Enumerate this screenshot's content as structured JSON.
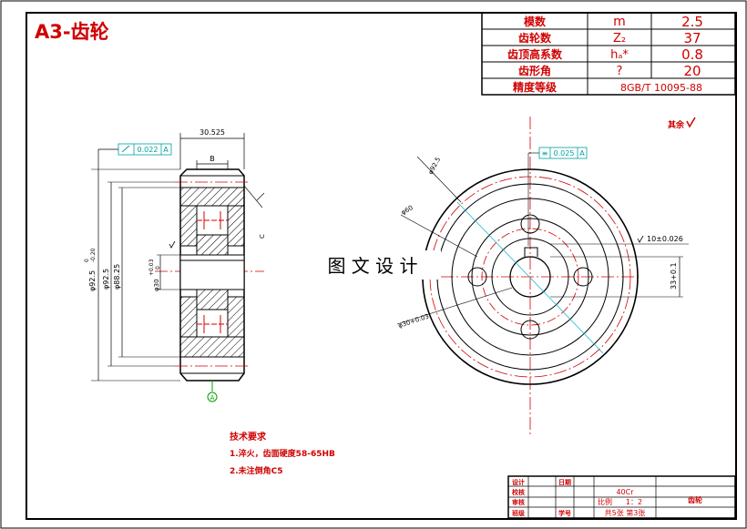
{
  "sheet": {
    "title": "A3-齿轮",
    "watermark": "图 文 设 计"
  },
  "params_table": {
    "rows": [
      {
        "name": "模数",
        "symbol": "m",
        "value": "2.5"
      },
      {
        "name": "齿轮数",
        "symbol": "Z₂",
        "value": "37"
      },
      {
        "name": "齿顶高系数",
        "symbol": "hₐ*",
        "value": "0.8"
      },
      {
        "name": "齿形角",
        "symbol": "?",
        "value": "20"
      },
      {
        "name": "精度等级",
        "symbol": "",
        "value": "8GB/T 10095-88"
      }
    ]
  },
  "roughness_note": "其余",
  "side_view": {
    "dim_width": "30.525",
    "dim_hub": "B",
    "tolerance_frame": {
      "value": "0.022",
      "datum": "A"
    },
    "dim_tip_diameter": "φ92.5",
    "dim_tip_tol_upper": "0",
    "dim_tip_tol_lower": "-0.20",
    "dim_ref_diameter": "φ92.5",
    "dim_root_diameter": "φ88.25",
    "dim_bore": "φ30",
    "dim_bore_tol_upper": "+0.03",
    "dim_bore_tol_lower": "0",
    "chamfer": "C",
    "datum_label": "A"
  },
  "front_view": {
    "tolerance_frame": {
      "value": "0.025",
      "datum": "A"
    },
    "dim_outer": "φ92.5",
    "dim_middle": "φ60",
    "dim_bore": "φ30+0.03",
    "dim_keyway": "10±0.026",
    "dim_key_depth": "33+0.1"
  },
  "tech_requirements": {
    "heading": "技术要求",
    "items": [
      "1.淬火，齿面硬度58-65HB",
      "2.未注倒角C5"
    ]
  },
  "title_block": {
    "material": "40Cr",
    "scale_label": "比例",
    "scale_value": "1：2",
    "sheets": "共5张 第3张",
    "part_name": "齿轮",
    "row_labels": [
      "设计",
      "校核",
      "审核",
      "班级"
    ],
    "date_label": "日期",
    "student_label": "学号"
  }
}
